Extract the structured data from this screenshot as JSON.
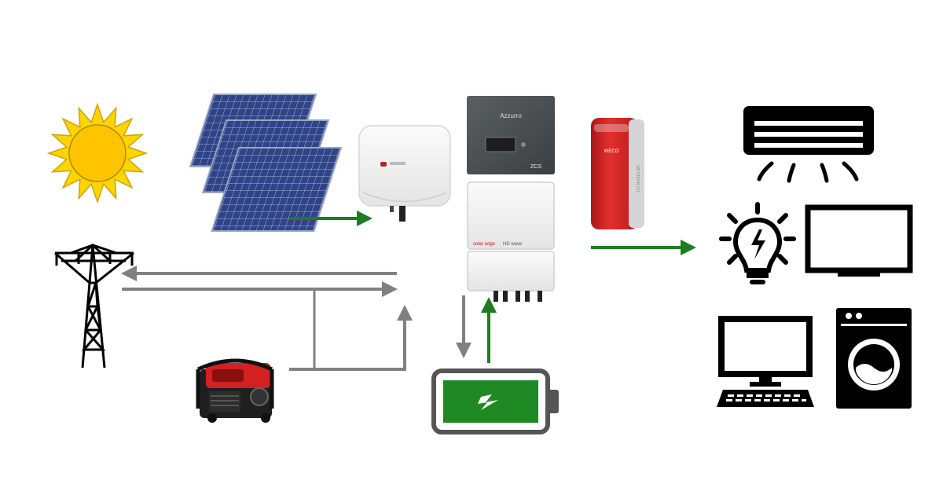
{
  "colors": {
    "background": "#ffffff",
    "arrow_green": "#1e7d1e",
    "arrow_gray": "#808080",
    "sun_yellow": "#ffd400",
    "panel_blue": "#2c3f80",
    "inverter_white": "#f2f2f2",
    "inverter_dark": "#4a4f52",
    "storage_red": "#c8201f",
    "battery_green": "#1f8a24",
    "battery_frame": "#555555",
    "generator_red": "#d32020",
    "icon_black": "#000000"
  },
  "components": {
    "sun": "sun-icon",
    "solar_panels": "solar-panel-icon",
    "grid_tower": "transmission-tower-icon",
    "generator": "generator-icon",
    "inverter_small": "inverter-icon",
    "inverter_hybrid": "hybrid-inverter-icon",
    "inverter_solaredge": "inverter-icon",
    "home_battery": "wall-battery-icon",
    "battery": "battery-charging-icon",
    "air_conditioner": "air-conditioner-icon",
    "light_bulb": "light-bulb-icon",
    "television": "tv-icon",
    "computer": "desktop-computer-icon",
    "washing_machine": "washing-machine-icon"
  },
  "device_labels": {
    "hybrid_brand": "Azzurro",
    "hybrid_logo": "ZCS",
    "solaredge_brand": "solar edge",
    "solaredge_model": "HD wave",
    "storage_brand": "WECO",
    "storage_side": "WESTERN CO."
  }
}
